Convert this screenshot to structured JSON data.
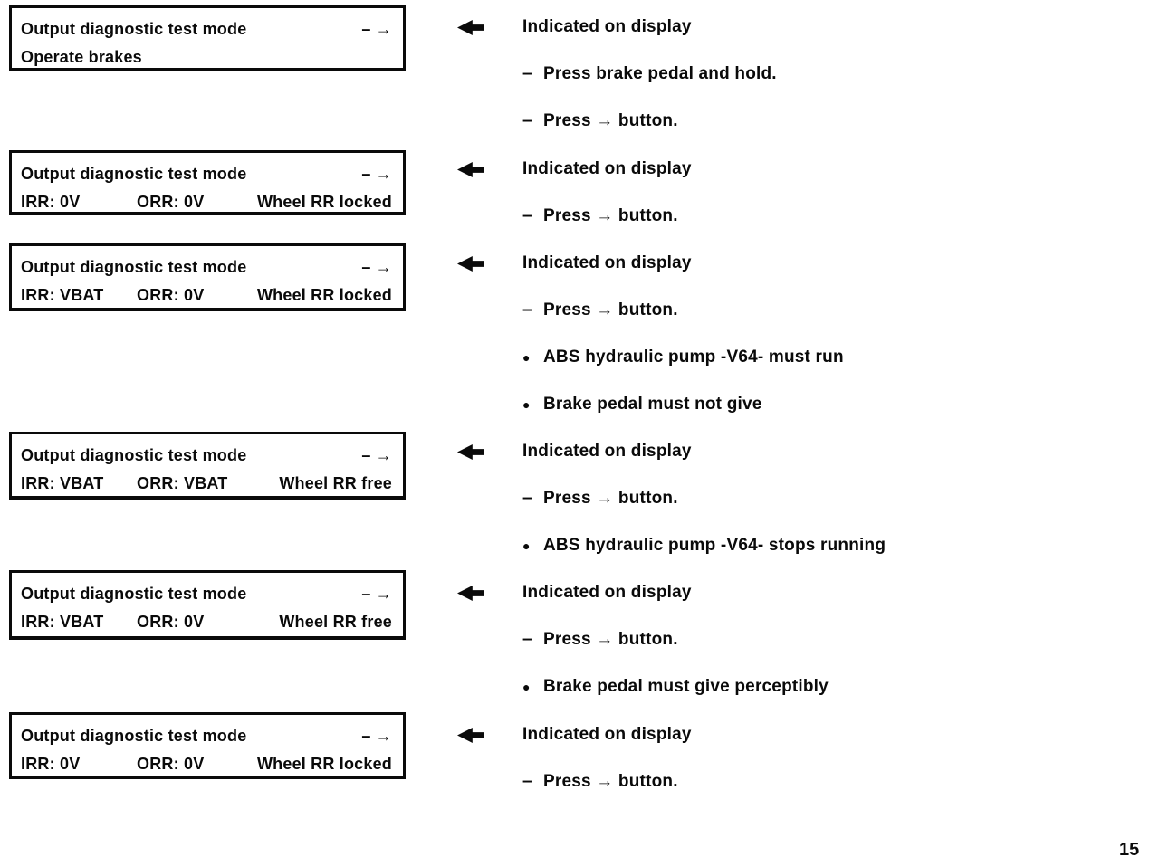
{
  "page_number": "15",
  "icons": {
    "indicated_pointer": "solid-left-arrow-with-tail",
    "continue_symbol_glyph": "– →",
    "dash_marker_glyph": "–",
    "bullet_marker_glyph": "●",
    "press_arrow_glyph": "→"
  },
  "steps": [
    {
      "display": {
        "title": "Output diagnostic test mode",
        "nav_symbol": "– →",
        "cells": [
          "Operate brakes",
          "",
          ""
        ]
      },
      "result_header": "Indicated on display",
      "items": [
        {
          "marker": "–",
          "pre": "Press brake pedal and hold.",
          "arrow": "",
          "post": ""
        },
        {
          "marker": "–",
          "pre": "Press ",
          "arrow": "→",
          "post": " button."
        }
      ]
    },
    {
      "display": {
        "title": "Output diagnostic test mode",
        "nav_symbol": "– →",
        "cells": [
          "IRR: 0V",
          "ORR: 0V",
          "Wheel RR locked"
        ]
      },
      "result_header": "Indicated on display",
      "items": [
        {
          "marker": "–",
          "pre": "Press ",
          "arrow": "→",
          "post": " button."
        }
      ]
    },
    {
      "display": {
        "title": "Output diagnostic test mode",
        "nav_symbol": "– →",
        "cells": [
          "IRR: VBAT",
          "ORR: 0V",
          "Wheel RR locked"
        ]
      },
      "result_header": "Indicated on display",
      "items": [
        {
          "marker": "–",
          "pre": "Press ",
          "arrow": "→",
          "post": " button."
        },
        {
          "marker": "●",
          "pre": "ABS hydraulic pump -V64- must run",
          "arrow": "",
          "post": ""
        },
        {
          "marker": "●",
          "pre": "Brake pedal must not give",
          "arrow": "",
          "post": ""
        }
      ]
    },
    {
      "display": {
        "title": "Output diagnostic test mode",
        "nav_symbol": "– →",
        "cells": [
          "IRR: VBAT",
          "ORR: VBAT",
          "Wheel RR free"
        ]
      },
      "result_header": "Indicated on display",
      "items": [
        {
          "marker": "–",
          "pre": "Press ",
          "arrow": "→",
          "post": " button."
        },
        {
          "marker": "●",
          "pre": "ABS hydraulic pump -V64- stops running",
          "arrow": "",
          "post": ""
        }
      ]
    },
    {
      "display": {
        "title": "Output diagnostic test mode",
        "nav_symbol": "– →",
        "cells": [
          "IRR: VBAT",
          "ORR: 0V",
          "Wheel RR free"
        ]
      },
      "result_header": "Indicated on display",
      "items": [
        {
          "marker": "–",
          "pre": "Press ",
          "arrow": "→",
          "post": " button."
        },
        {
          "marker": "●",
          "pre": "Brake pedal must give perceptibly",
          "arrow": "",
          "post": ""
        }
      ]
    },
    {
      "display": {
        "title": "Output diagnostic test mode",
        "nav_symbol": "– →",
        "cells": [
          "IRR: 0V",
          "ORR: 0V",
          "Wheel RR locked"
        ]
      },
      "result_header": "Indicated on display",
      "items": [
        {
          "marker": "–",
          "pre": "Press ",
          "arrow": "→",
          "post": " button."
        }
      ]
    }
  ]
}
